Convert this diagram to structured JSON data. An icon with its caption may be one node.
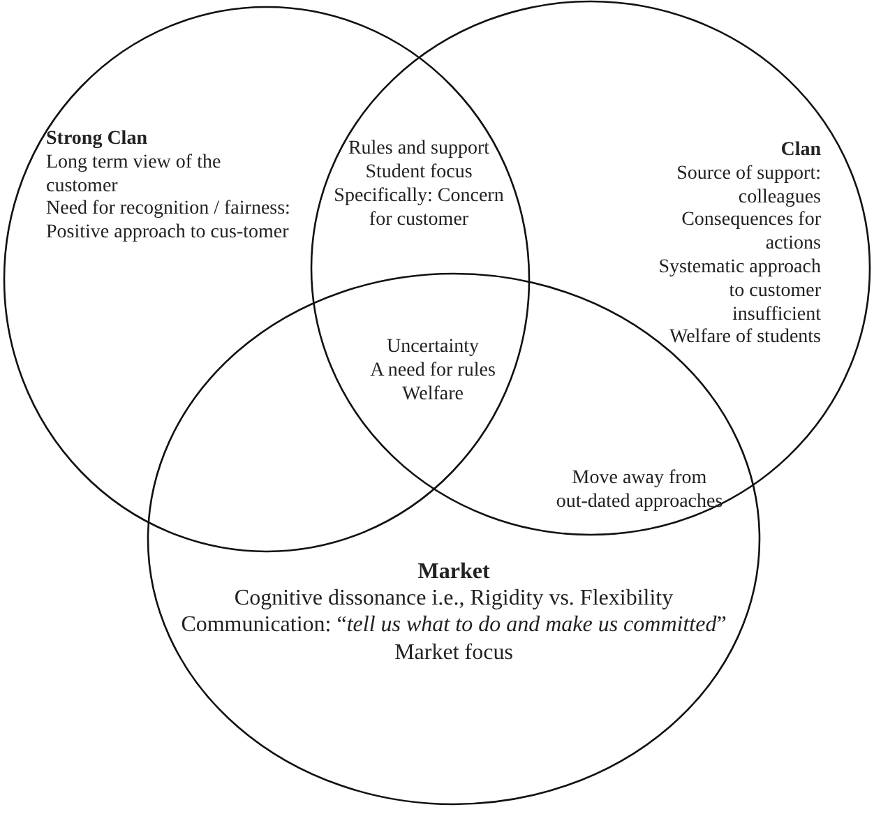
{
  "diagram": {
    "nodes": [
      {
        "text": [
          "Strong Clan",
          "Long term view of the customer",
          "Need for recognition / fairness:",
          "Positive approach to cus-tomer"
        ]
      },
      {
        "text": [
          "Clan",
          "Source of support: colleagues",
          "Consequences for actions",
          "Systematic approach to customer insufficient",
          "Welfare of students"
        ]
      },
      {
        "text": [
          "Market",
          "Cognitive dissonance i.e., Rigidity vs. Flexibility",
          "Communication: “*tell us what to do and make us committed*”",
          "Market focus"
        ]
      }
    ],
    "edges": [],
    "labels": [
      "Rules and support",
      "Student focus",
      "Specifically: Concern for customer",
      "Uncertainty",
      "A need for rules",
      "Welfare",
      "Move away from out-dated approaches"
    ]
  }
}
